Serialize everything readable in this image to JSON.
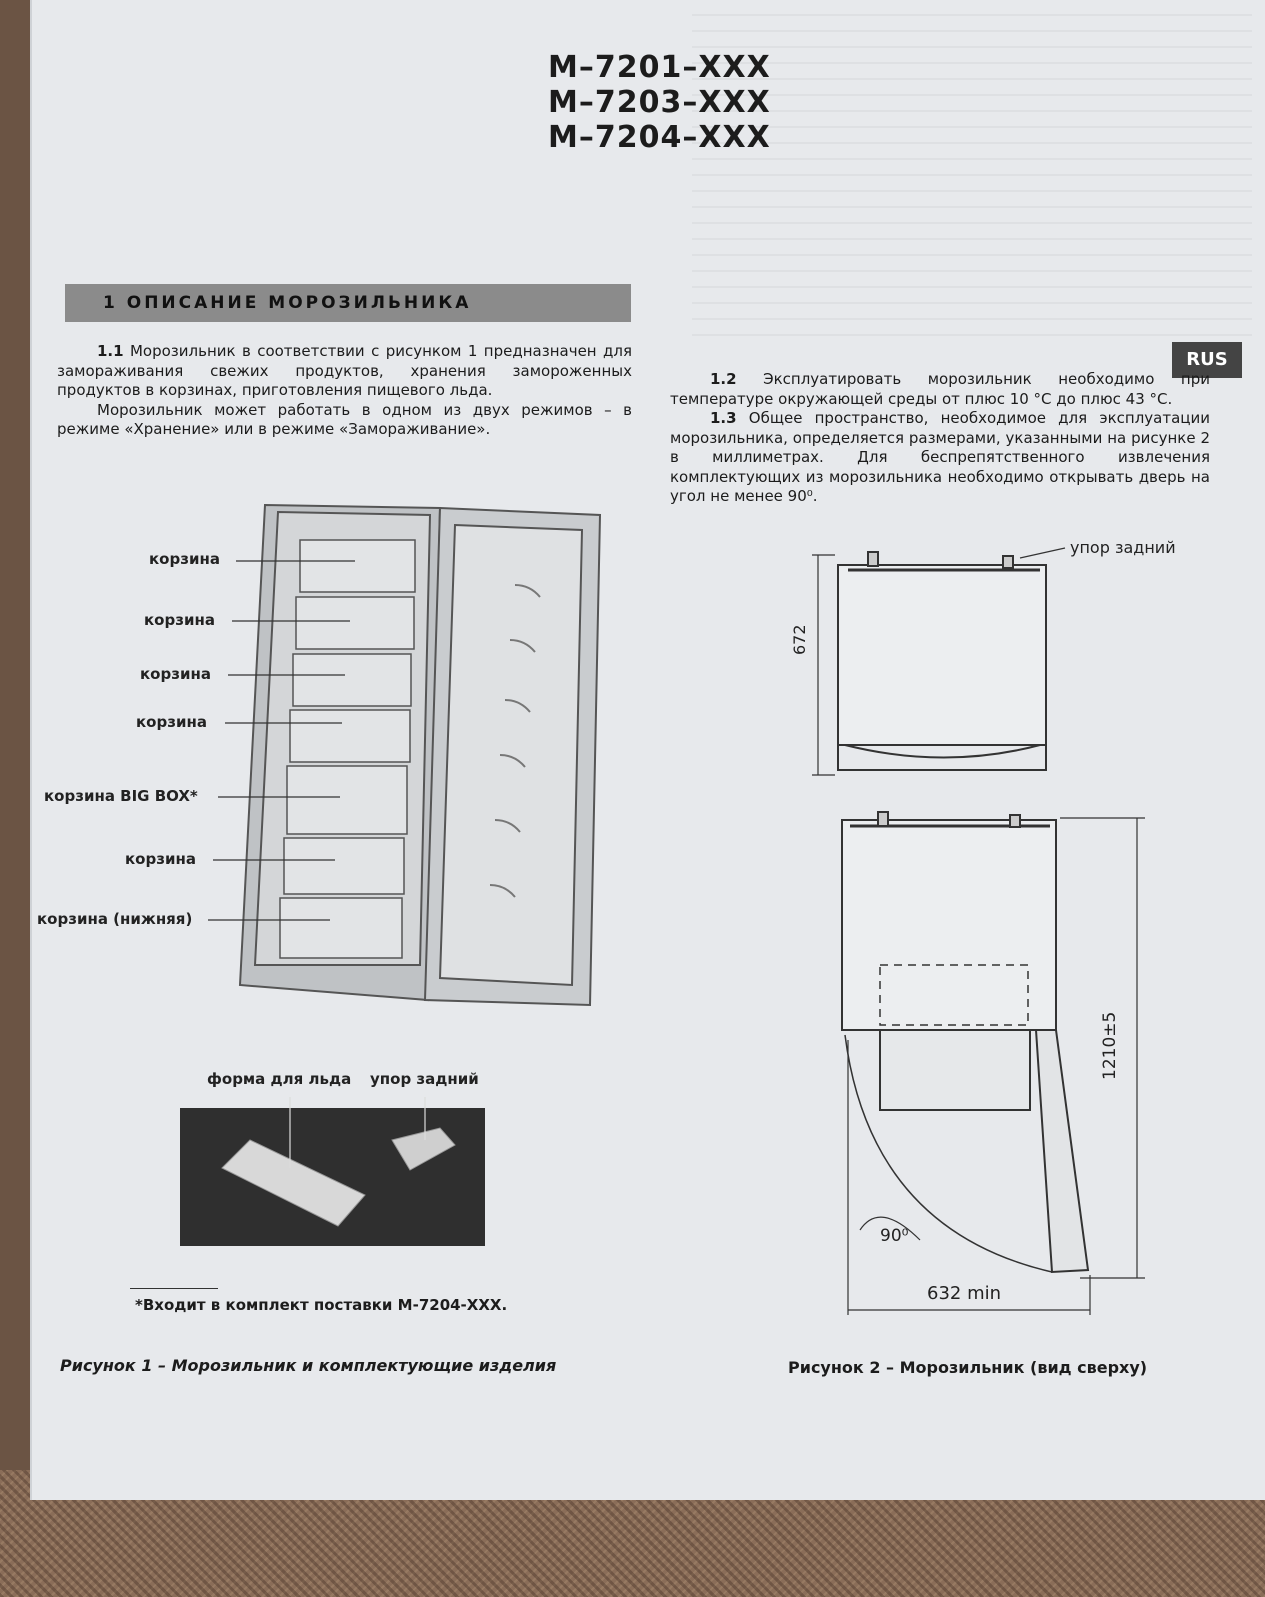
{
  "models": [
    "М–7201–ХХХ",
    "М–7203–ХХХ",
    "М–7204–ХХХ"
  ],
  "lang_tab": "RUS",
  "section": {
    "title": "1 ОПИСАНИЕ МОРОЗИЛЬНИКА"
  },
  "p11": {
    "num": "1.1",
    "text": " Морозильник в соответствии с рисунком 1 предназначен для замораживания свежих продуктов, хранения замороженных продуктов в корзинах, приготовления пищевого льда.",
    "text2": "Морозильник может работать в одном из двух режимов – в режиме «Хранение» или в режиме «Замораживание»."
  },
  "p12": {
    "num": "1.2",
    "text": " Эксплуатировать морозильник необходимо при температуре окружающей среды от плюс 10 °С до плюс 43 °С."
  },
  "p13": {
    "num": "1.3",
    "text": " Общее пространство, необходимое для эксплуатации морозильника, определяется размерами, указанными на рисунке 2 в миллиметрах. Для беспрепятственного извлечения комплектующих из морозильника необходимо открывать дверь на угол не менее 90⁰."
  },
  "fig1": {
    "labels": [
      "корзина",
      "корзина",
      "корзина",
      "корзина",
      "корзина BIG BOX*",
      "корзина",
      "корзина (нижняя)"
    ],
    "ice_tray": "форма для льда",
    "rear_stop": "упор задний",
    "note": "*Входит в комплект поставки М-7204-ХХХ.",
    "caption": "Рисунок 1 – Морозильник и комплектующие изделия"
  },
  "fig2": {
    "rear_stop": "упор задний",
    "depth": "672",
    "height": "1210±5",
    "angle": "90⁰",
    "width": "632 min",
    "caption": "Рисунок 2 – Морозильник (вид сверху)"
  }
}
